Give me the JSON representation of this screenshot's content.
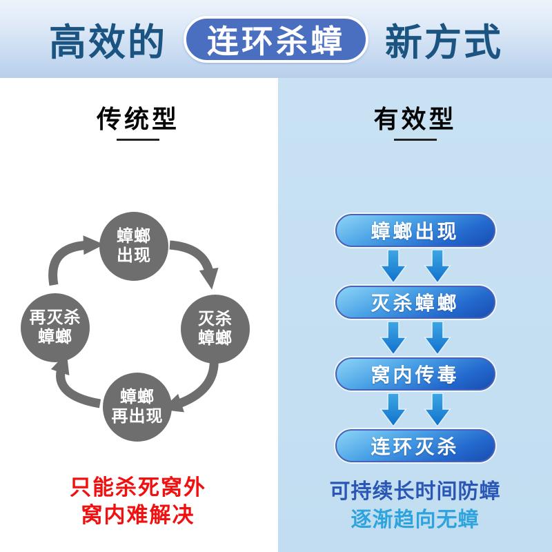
{
  "banner": {
    "left_text": "高效的",
    "pill_text": "连环杀蟑",
    "right_text": "新方式",
    "text_color": "#1b5480",
    "pill_bg": "#4a6ec0"
  },
  "left_panel": {
    "title": "传统型",
    "cycle": [
      {
        "line1": "蟑螂",
        "line2": "出现"
      },
      {
        "line1": "灭杀",
        "line2": "蟑螂"
      },
      {
        "line1": "蟑螂",
        "line2": "再出现"
      },
      {
        "line1": "再灭杀",
        "line2": "蟑螂"
      }
    ],
    "circle_color": "#6e6e6e",
    "caption_line1": "只能杀死窝外",
    "caption_line2": "窝内难解决",
    "caption_color": "#f11010"
  },
  "right_panel": {
    "title": "有效型",
    "steps": [
      "蟑螂出现",
      "灭杀蟑螂",
      "窝内传毒",
      "连环灭杀"
    ],
    "pill_gradient": [
      "#8ed5f7",
      "#1a4db0"
    ],
    "arrow_color": [
      "#2f9fe2",
      "#1273cc"
    ],
    "caption_line1": "可持续长时间防蟑",
    "caption_line2": "逐渐趋向无蟑",
    "caption_color_line1": "#2a57b5",
    "caption_color_line2": "#2da4dd"
  }
}
